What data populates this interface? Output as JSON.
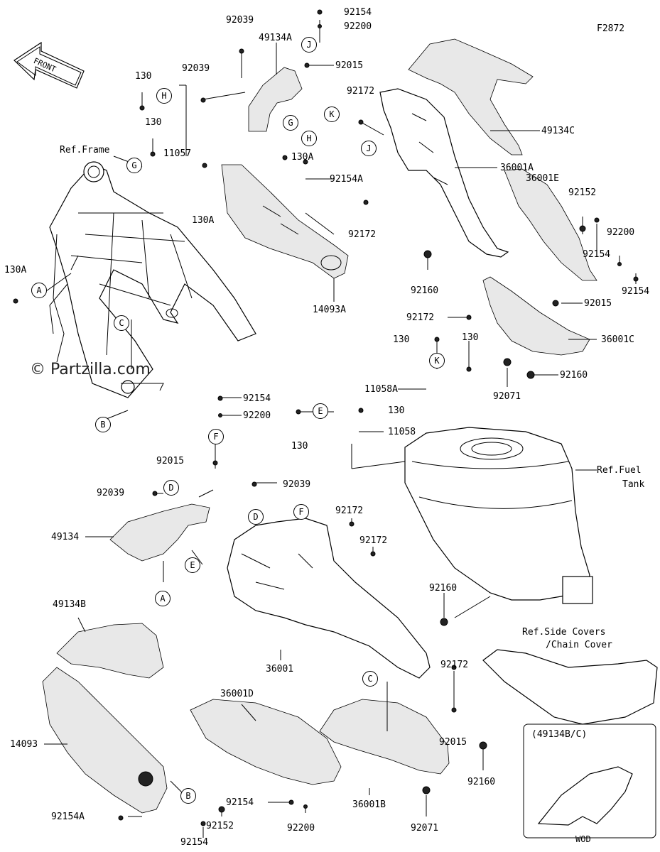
{
  "diagram_code": "F2872",
  "watermark": "© Partzilla.com",
  "front_arrow": "FRONT",
  "inset": {
    "title": "(49134B/C)",
    "caption": "WOD"
  },
  "refs": {
    "frame": "Ref.Frame",
    "fuel_tank_1": "Ref.Fuel",
    "fuel_tank_2": "Tank",
    "side_covers_1": "Ref.Side Covers",
    "side_covers_2": "/Chain Cover"
  },
  "callouts": {
    "A": "A",
    "B": "B",
    "C": "C",
    "D": "D",
    "E": "E",
    "F": "F",
    "G": "G",
    "H": "H",
    "J": "J",
    "K": "K"
  },
  "labels": {
    "92039_a": "92039",
    "49134A": "49134A",
    "92154_a": "92154",
    "92200_a": "92200",
    "92015_a": "92015",
    "92039_b": "92039",
    "130_a": "130",
    "130_b": "130",
    "11057": "11057",
    "130A_a": "130A",
    "130A_b": "130A",
    "130A_c": "130A",
    "92154A_a": "92154A",
    "92172_a": "92172",
    "92172_b": "92172",
    "14093A": "14093A",
    "49134C": "49134C",
    "36001A": "36001A",
    "92160_a": "92160",
    "36001E": "36001E",
    "92152_a": "92152",
    "92200_b": "92200",
    "92154_b": "92154",
    "92154_c": "92154",
    "92015_b": "92015",
    "92172_c": "92172",
    "36001C": "36001C",
    "130_c": "130",
    "130_d": "130",
    "11058A": "11058A",
    "92071_a": "92071",
    "92160_b": "92160",
    "92154_d": "92154",
    "92200_c": "92200",
    "130_e": "130",
    "130_f": "130",
    "11058": "11058",
    "92015_c": "92015",
    "92039_c": "92039",
    "92039_d": "92039",
    "49134": "49134",
    "92172_d": "92172",
    "92172_e": "92172",
    "92160_c": "92160",
    "49134B": "49134B",
    "36001": "36001",
    "14093": "14093",
    "36001D": "36001D",
    "92172_f": "92172",
    "92015_d": "92015",
    "92160_d": "92160",
    "36001B": "36001B",
    "92154A_b": "92154A",
    "92152_b": "92152",
    "92154_e": "92154",
    "92200_d": "92200",
    "92071_b": "92071",
    "92154_f": "92154"
  }
}
